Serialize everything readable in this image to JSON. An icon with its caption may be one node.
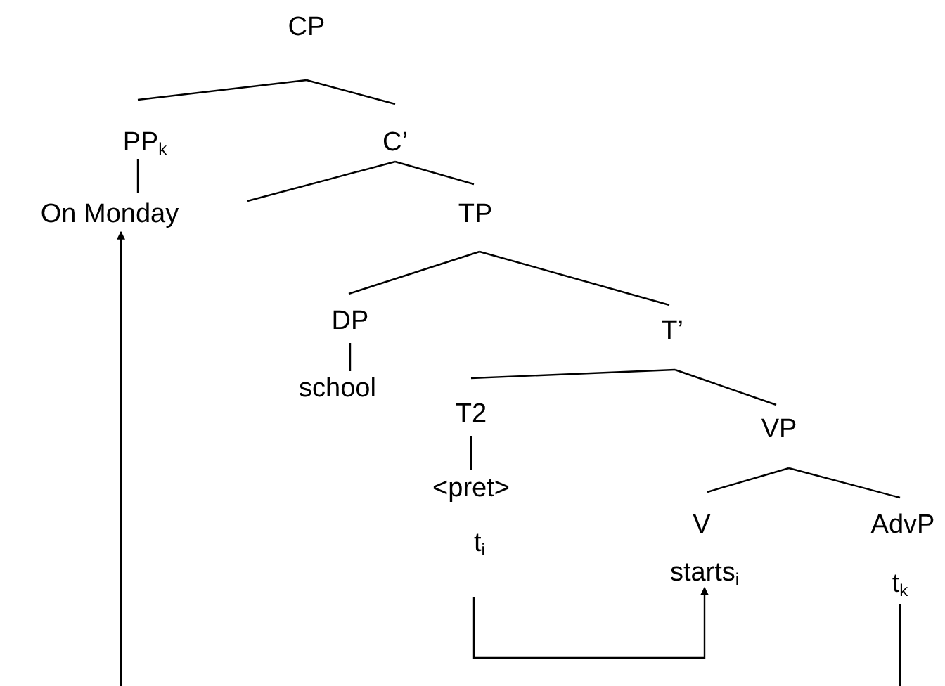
{
  "diagram": {
    "nodes": [
      {
        "text": [
          "CP"
        ]
      },
      {
        "text": [
          "PP$_{k}$"
        ]
      },
      {
        "text": [
          "C’"
        ]
      },
      {
        "text": [
          "On Monday"
        ]
      },
      {
        "text": [
          "TP"
        ]
      },
      {
        "text": [
          "DP"
        ]
      },
      {
        "text": [
          "T’"
        ]
      },
      {
        "text": [
          "school"
        ]
      },
      {
        "text": [
          "T2"
        ]
      },
      {
        "text": [
          "VP"
        ]
      },
      {
        "text": [
          "<pret>"
        ]
      },
      {
        "text": [
          "t$_{i}$"
        ]
      },
      {
        "text": [
          "V"
        ]
      },
      {
        "text": [
          "AdvP"
        ]
      },
      {
        "text": [
          "starts$_{i}$"
        ]
      },
      {
        "text": [
          "t$_{k}$"
        ]
      }
    ],
    "edges": [
      {
        "from": 0,
        "to": 1,
        "arrow": "none"
      },
      {
        "from": 0,
        "to": 2,
        "arrow": "none"
      },
      {
        "from": 1,
        "to": 3,
        "arrow": "none"
      },
      {
        "from": 2,
        "to": null,
        "arrow": "none"
      },
      {
        "from": 2,
        "to": 4,
        "arrow": "none"
      },
      {
        "from": 4,
        "to": 5,
        "arrow": "none"
      },
      {
        "from": 4,
        "to": 6,
        "arrow": "none"
      },
      {
        "from": 5,
        "to": 7,
        "arrow": "none"
      },
      {
        "from": 6,
        "to": 8,
        "arrow": "none"
      },
      {
        "from": 6,
        "to": 9,
        "arrow": "none"
      },
      {
        "from": 8,
        "to": 10,
        "arrow": "none"
      },
      {
        "from": 9,
        "to": 12,
        "arrow": "none"
      },
      {
        "from": 9,
        "to": 13,
        "arrow": "none"
      },
      {
        "from": 11,
        "to": 14,
        "arrow": "to"
      },
      {
        "from": null,
        "to": 3,
        "arrow": "to"
      },
      {
        "from": 15,
        "to": null,
        "arrow": "none"
      }
    ]
  }
}
